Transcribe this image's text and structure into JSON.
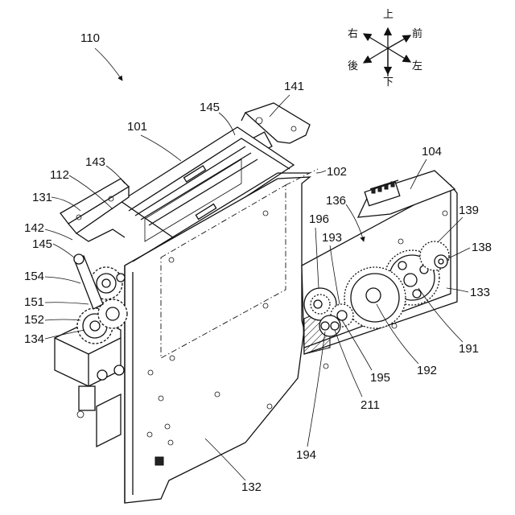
{
  "directions": {
    "up": "上",
    "down": "下",
    "right_label": "右",
    "front": "前",
    "rear": "後",
    "left_label": "左"
  },
  "labels": {
    "l110": "110",
    "l101": "101",
    "l145a": "145",
    "l141": "141",
    "l143": "143",
    "l112": "112",
    "l131": "131",
    "l102": "102",
    "l104": "104",
    "l142": "142",
    "l145b": "145",
    "l154": "154",
    "l151": "151",
    "l152": "152",
    "l134": "134",
    "l136": "136",
    "l196": "196",
    "l193": "193",
    "l139": "139",
    "l138": "138",
    "l133": "133",
    "l191": "191",
    "l192": "192",
    "l195": "195",
    "l211": "211",
    "l194": "194",
    "l132": "132"
  }
}
